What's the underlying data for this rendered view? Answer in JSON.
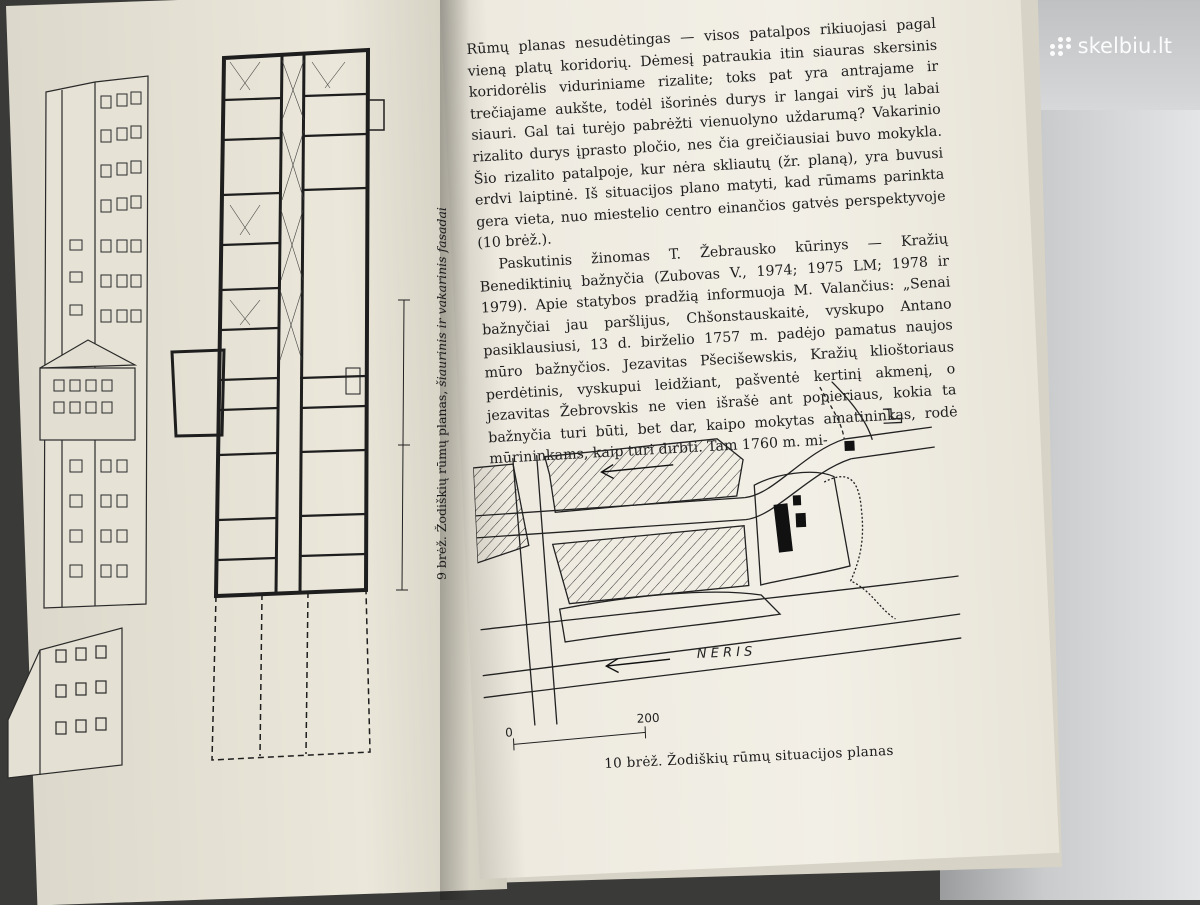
{
  "watermark": {
    "text": "skelbiu.lt"
  },
  "paragraphs": [
    "Rūmų planas nesudėtingas — visos patalpos rikiuojasi pagal vieną platų koridorių. Dėmesį patraukia itin siauras skersinis koridorėlis viduriniame rizalite; toks pat yra antrajame ir trečiajame aukšte, todėl išorinės durys ir langai virš jų labai siauri. Gal tai turėjo pabrėžti vienuolyno uždarumą? Vakarinio rizalito durys įprasto pločio, nes čia greičiausiai buvo mokykla. Šio rizalito patalpoje, kur nėra skliautų (žr. planą), yra buvusi erdvi laiptinė. Iš situacijos plano matyti, kad rūmams parinkta gera vieta, nuo miestelio centro einančios gatvės perspektyvoje (10 brėž.).",
    "Paskutinis žinomas T. Žebrausko kūrinys — Kražių Benediktinių bažnyčia (Zubovas V., 1974; 1975 LM; 1978 ir 1979). Apie statybos pradžią informuoja M. Valančius: „Senai bažnyčiai jau paršlijus, Chšonstauskaitė, vyskupo Antano pasiklausiusi, 13 d. birželio 1757 m. padėjo pamatus naujos mūro bažnyčios. Jezavitas Pšecišewskis, Kražių kliošto­riaus perdėtinis, vyskupui leidžiant, pašventė kertinį akmenį, o jezavitas Žebrovskis ne vien išrašė ant popieriaus, kokia ta bažnyčia turi būti, bet dar, kaipo mokytas amatininkas, rodė mūrininkams, kaip turi dirbti. Tam 1760 m. mi-"
  ],
  "figure9": {
    "caption_main": "9 brėž. Žodiškių rūmų planas, ",
    "caption_italic": "šiaurinis ir vakarinis fasadai"
  },
  "figure10": {
    "caption": "10 brėž. Žodiškių rūmų situacijos planas",
    "river_label": "N E R I S",
    "scale_zero": "0",
    "scale_max": "200"
  }
}
